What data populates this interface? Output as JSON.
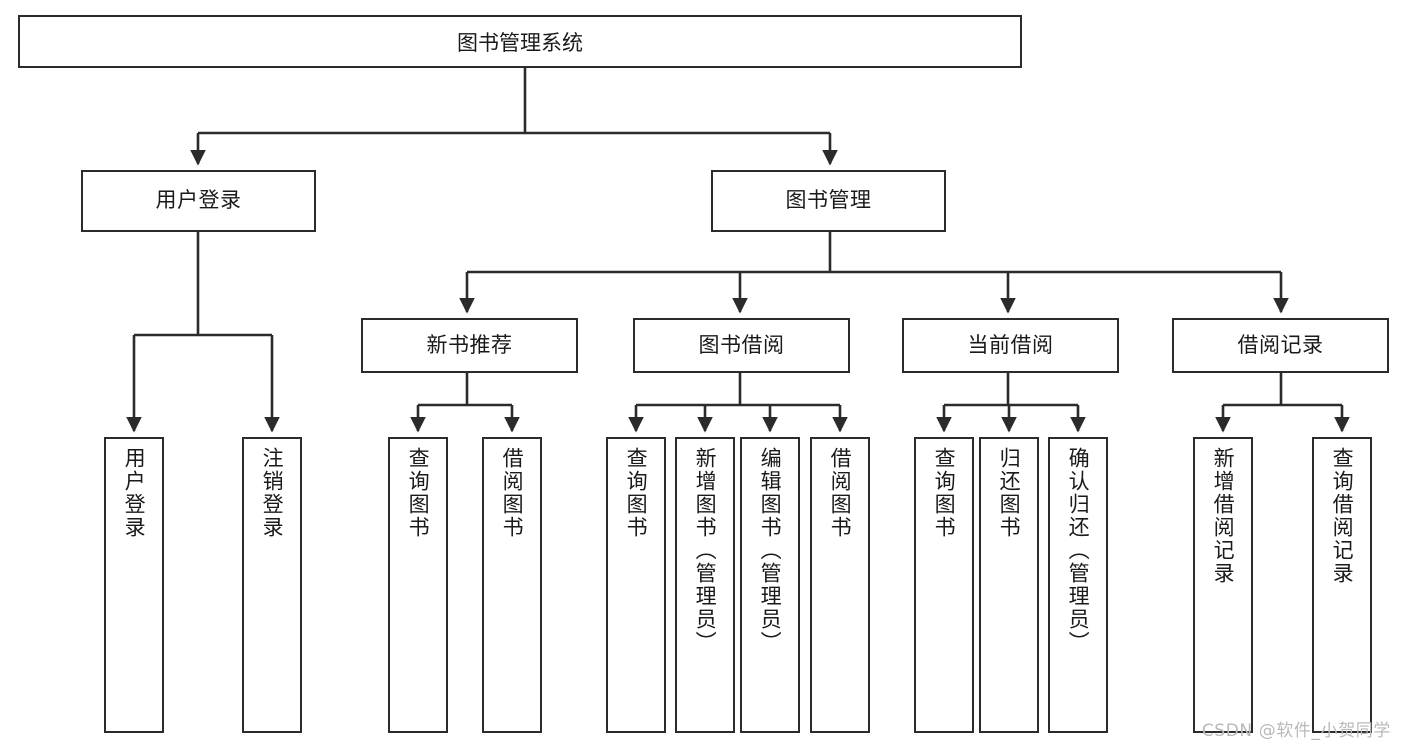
{
  "diagram": {
    "title": "图书管理系统",
    "type": "tree",
    "colors": {
      "stroke": "#2b2b2b",
      "fill": "#ffffff",
      "text": "#1a1a1a",
      "watermark": "#b9b9b9"
    },
    "nodes": {
      "root": {
        "label": "图书管理系统"
      },
      "level2": [
        {
          "id": "user-login",
          "label": "用户登录"
        },
        {
          "id": "book-manage",
          "label": "图书管理"
        }
      ],
      "level3": [
        {
          "id": "new-book-recommend",
          "label": "新书推荐"
        },
        {
          "id": "book-borrow",
          "label": "图书借阅"
        },
        {
          "id": "current-borrow",
          "label": "当前借阅"
        },
        {
          "id": "borrow-record",
          "label": "借阅记录"
        }
      ],
      "leaves": {
        "user-login": [
          {
            "id": "leaf-user-login",
            "label": "用户登录"
          },
          {
            "id": "leaf-user-logout",
            "label": "注销登录"
          }
        ],
        "new-book-recommend": [
          {
            "id": "leaf-query-book-1",
            "label": "查询图书"
          },
          {
            "id": "leaf-borrow-book-1",
            "label": "借阅图书"
          }
        ],
        "book-borrow": [
          {
            "id": "leaf-query-book-2",
            "label": "查询图书"
          },
          {
            "id": "leaf-add-book",
            "label": "新增图书（管理员）"
          },
          {
            "id": "leaf-edit-book",
            "label": "编辑图书（管理员）"
          },
          {
            "id": "leaf-borrow-book-2",
            "label": "借阅图书"
          }
        ],
        "current-borrow": [
          {
            "id": "leaf-query-book-3",
            "label": "查询图书"
          },
          {
            "id": "leaf-return-book",
            "label": "归还图书"
          },
          {
            "id": "leaf-confirm-return",
            "label": "确认归还（管理员）"
          }
        ],
        "borrow-record": [
          {
            "id": "leaf-add-record",
            "label": "新增借阅记录"
          },
          {
            "id": "leaf-query-record",
            "label": "查询借阅记录"
          }
        ]
      }
    },
    "watermark": "CSDN @软件_小贺同学"
  }
}
